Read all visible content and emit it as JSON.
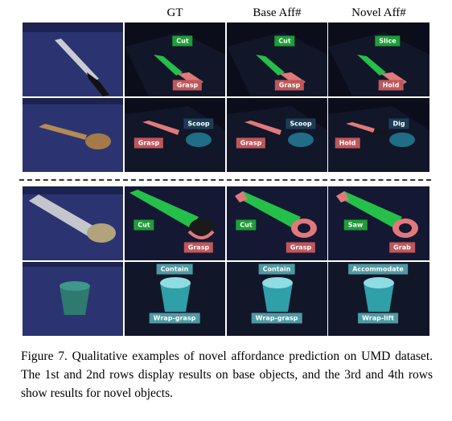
{
  "columns": [
    "GT",
    "Base Aff#",
    "Novel Aff#"
  ],
  "rows": [
    {
      "object": "knife",
      "gt": [
        "Cut",
        "Grasp"
      ],
      "base": [
        "Cut",
        "Grasp"
      ],
      "novel": [
        "Slice",
        "Hold"
      ]
    },
    {
      "object": "spoon",
      "gt": [
        "Scoop",
        "Grasp"
      ],
      "base": [
        "Scoop",
        "Grasp"
      ],
      "novel": [
        "Dig",
        "Hold"
      ]
    },
    {
      "object": "saw",
      "gt": [
        "Cut",
        "Grasp"
      ],
      "base": [
        "Cut",
        "Grasp"
      ],
      "novel": [
        "Saw",
        "Grab"
      ]
    },
    {
      "object": "cup",
      "gt": [
        "Contain",
        "Wrap-grasp"
      ],
      "base": [
        "Contain",
        "Wrap-grasp"
      ],
      "novel": [
        "Accommodate",
        "Wrap-lift"
      ]
    }
  ],
  "colors": {
    "green": "#1f9e38",
    "red": "#c0575b",
    "blue": "#1b3d55",
    "cyan": "#4f9aa2"
  },
  "caption": "Figure 7. Qualitative examples of novel affordance prediction on UMD dataset. The 1st and 2nd rows display results on base objects, and the 3rd and 4th rows show results for novel objects."
}
